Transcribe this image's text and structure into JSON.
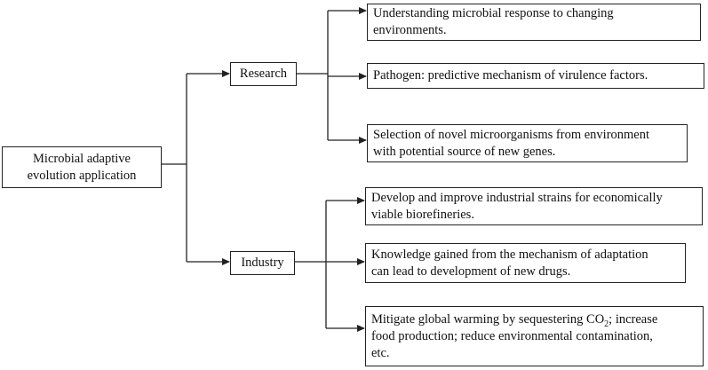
{
  "diagram": {
    "root": {
      "lines": [
        "Microbial adaptive",
        "evolution application"
      ]
    },
    "branches": [
      {
        "label": "Research",
        "children": [
          {
            "lines": [
              "Understanding microbial response to changing",
              "environments."
            ]
          },
          {
            "lines": [
              "Pathogen: predictive mechanism of virulence factors."
            ]
          },
          {
            "lines": [
              "Selection of novel microorganisms from environment",
              "with potential source of new genes."
            ]
          }
        ]
      },
      {
        "label": "Industry",
        "children": [
          {
            "lines": [
              "Develop and improve industrial strains for economically",
              "viable biorefineries."
            ]
          },
          {
            "lines": [
              "Knowledge gained from the mechanism of adaptation",
              "can lead to development of new drugs."
            ]
          },
          {
            "line1_before": "Mitigate global warming by sequestering CO",
            "line1_sub": "2",
            "line1_after": "; increase",
            "lines_rest": [
              "food production; reduce environmental contamination,",
              "etc."
            ]
          }
        ]
      }
    ]
  }
}
